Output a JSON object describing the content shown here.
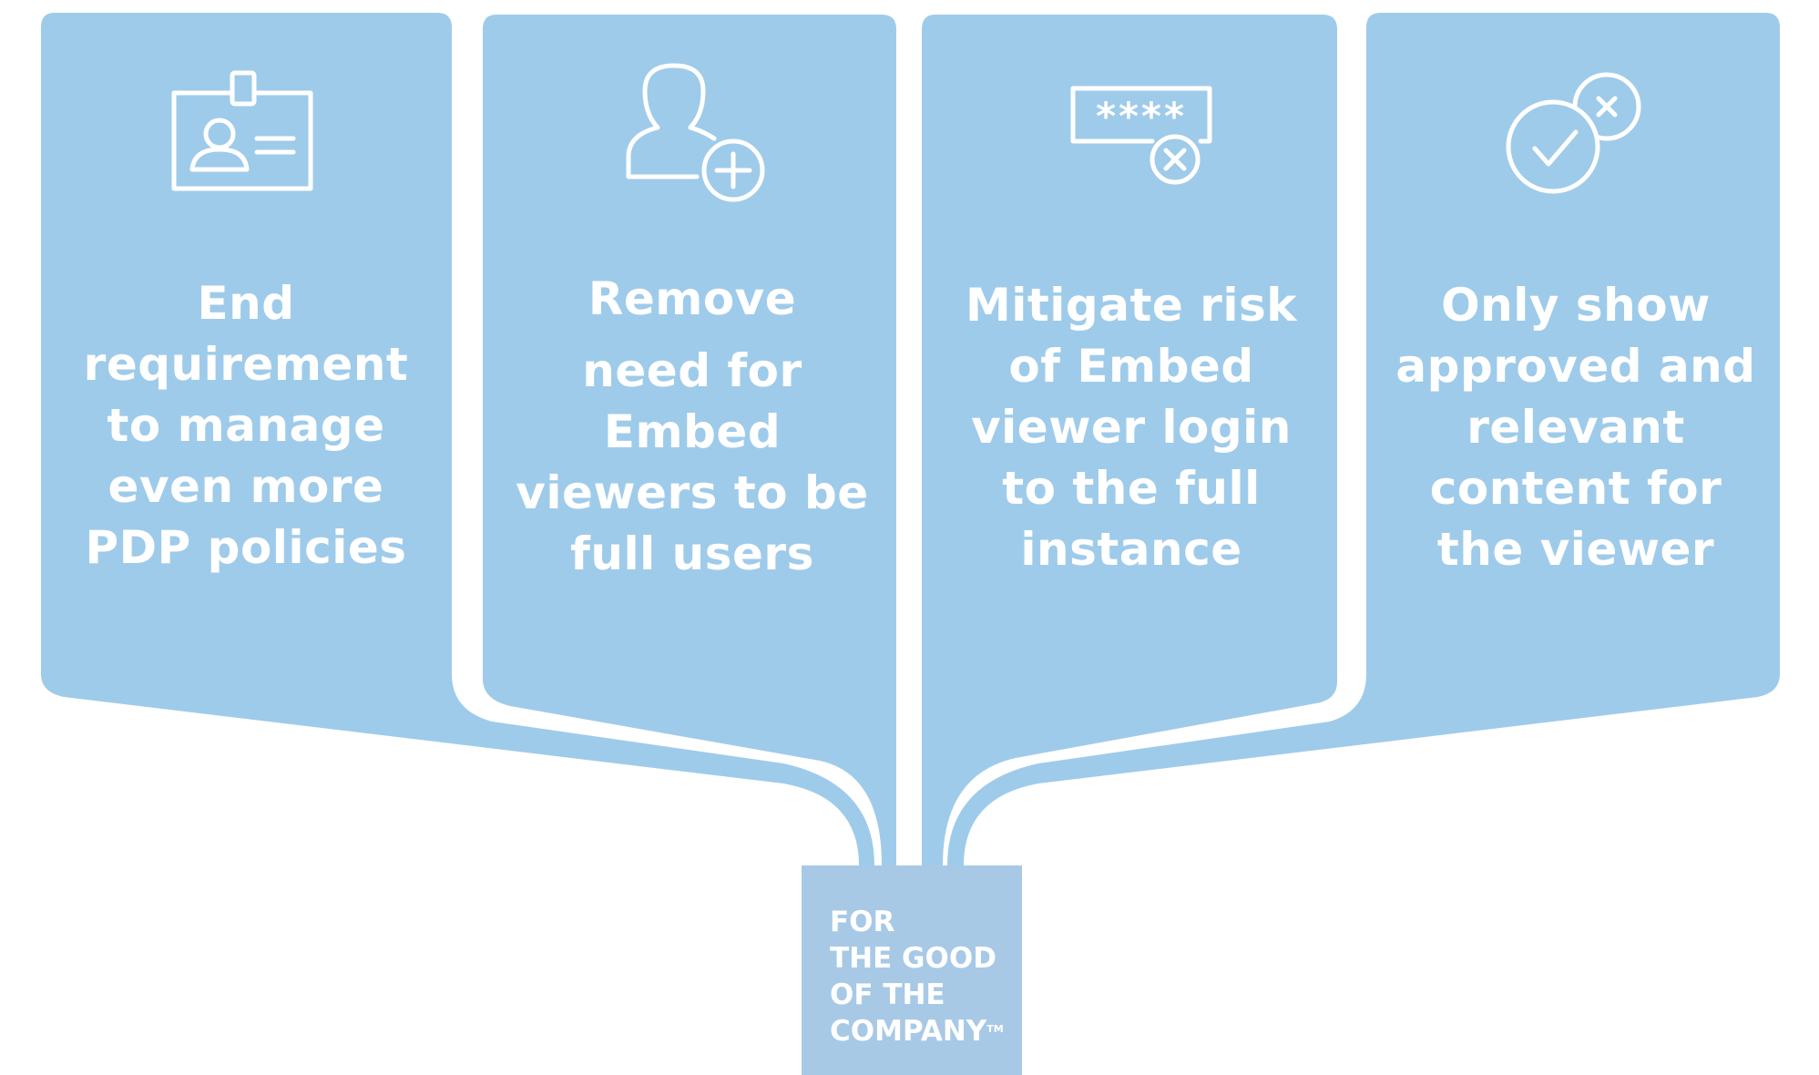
{
  "panels": [
    {
      "icon": "id-badge-icon",
      "lines": [
        "End",
        "requirement",
        "to manage",
        "even more",
        "PDP policies"
      ]
    },
    {
      "icon": "add-user-icon",
      "lines": [
        "Remove",
        "need for",
        "Embed",
        "viewers to be",
        "full users"
      ]
    },
    {
      "icon": "password-denied-icon",
      "lines": [
        "Mitigate risk",
        "of Embed",
        "viewer login",
        "to the full",
        "instance"
      ]
    },
    {
      "icon": "check-cross-icon",
      "lines": [
        "Only show",
        "approved and",
        "relevant",
        "content for",
        "the viewer"
      ]
    }
  ],
  "brand": {
    "lines": [
      "FOR",
      "THE GOOD",
      "OF THE",
      "COMPANY"
    ],
    "trademark": "TM"
  },
  "colors": {
    "panel": "#9fcbea",
    "brand_box": "#a7c9e6",
    "text": "#ffffff"
  }
}
